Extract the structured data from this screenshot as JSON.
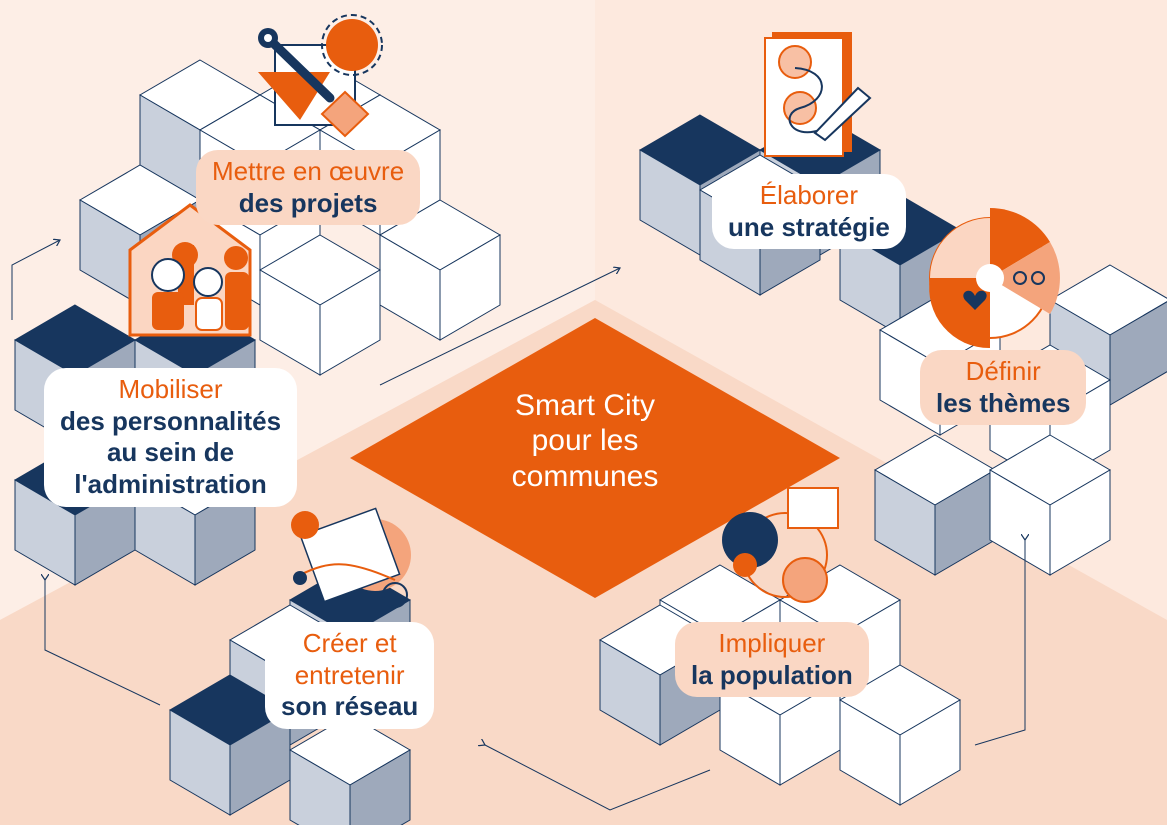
{
  "center": {
    "line1": "Smart City",
    "line2": "pour les",
    "line3": "communes"
  },
  "steps": {
    "projets": {
      "line1": "Mettre en œuvre",
      "line2": "des projets",
      "icon": "tools-icon"
    },
    "strategie": {
      "line1": "Élaborer",
      "line2": "une stratégie",
      "icon": "notebook-pencil-icon"
    },
    "themes": {
      "line1": "Définir",
      "line2": "les thèmes",
      "icon": "themes-wheel-icon"
    },
    "population": {
      "line1": "Impliquer",
      "line2": "la population",
      "icon": "speech-bubbles-icon"
    },
    "reseau": {
      "line1": "Créer et",
      "line1b": "entretenir",
      "line2": "son réseau",
      "icon": "network-map-icon"
    },
    "personnalites": {
      "line1": "Mobiliser",
      "line2": "des personnalités",
      "line3": "au sein de",
      "line4": "l'administration",
      "icon": "team-house-icon"
    }
  },
  "colors": {
    "orange": "#e85d0e",
    "navy": "#17365e",
    "peach": "#fad7c4",
    "background": "#fbe3d6"
  }
}
